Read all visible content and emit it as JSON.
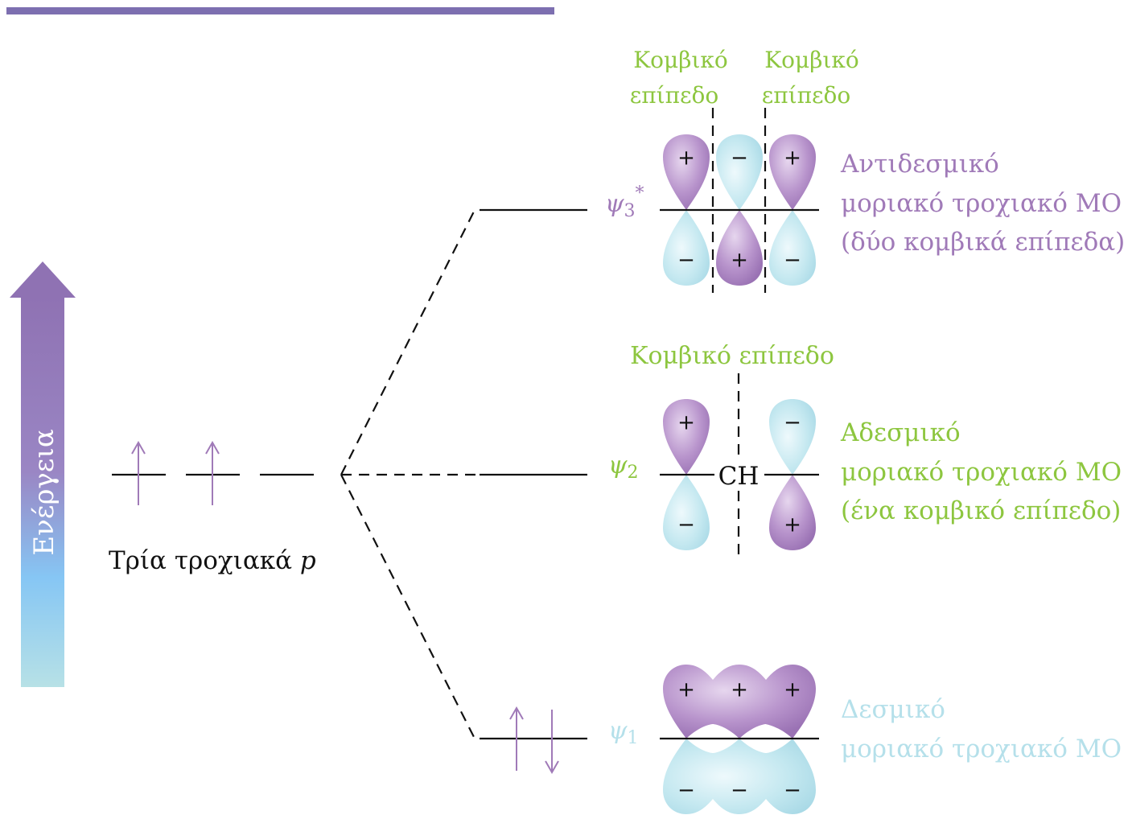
{
  "energy_axis": {
    "label": "Ενέργεια",
    "gradient": [
      "#8a6fb0",
      "#b5e0ea"
    ]
  },
  "atomic_orbitals": {
    "label_text": "Τρία τροχιακά ",
    "label_italic": "p"
  },
  "psi3": {
    "symbol": "ψ",
    "subscript": "3",
    "star": "*",
    "nodal_label_left": [
      "Κομβικό",
      "επίπεδο"
    ],
    "nodal_label_right": [
      "Κομβικό",
      "επίπεδο"
    ],
    "top_signs": [
      "+",
      "−",
      "+"
    ],
    "bottom_signs": [
      "−",
      "+",
      "−"
    ],
    "description": [
      "Αντιδεσμικό",
      "μοριακό τροχιακό ΜΟ",
      "(δύο κομβικά επίπεδα)"
    ]
  },
  "psi2": {
    "symbol": "ψ",
    "subscript": "2",
    "nodal_label": "Κομβικό επίπεδο",
    "center_label": "CH",
    "top_signs": [
      "+",
      "−"
    ],
    "bottom_signs": [
      "−",
      "+"
    ],
    "description": [
      "Αδεσμικό",
      "μοριακό τροχιακό ΜΟ",
      "(ένα κομβικό επίπεδο)"
    ]
  },
  "psi1": {
    "symbol": "ψ",
    "subscript": "1",
    "top_signs": [
      "+",
      "+",
      "+"
    ],
    "bottom_signs": [
      "−",
      "−",
      "−"
    ],
    "description": [
      "Δεσμικό",
      "μοριακό τροχιακό ΜΟ"
    ]
  },
  "colors": {
    "green": "#8dc63f",
    "purple": "#a07ab8",
    "cyan": "#b5e0ea",
    "header_bar": "#7d6fb0"
  }
}
